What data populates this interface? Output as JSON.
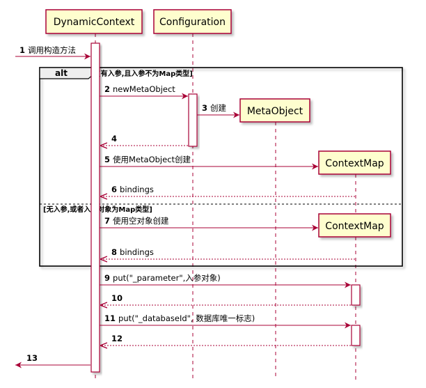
{
  "colors": {
    "arrow": "#A80036",
    "box_fill": "#FEFECE",
    "box_stroke": "#A80036",
    "activation_fill": "#FFFFFF"
  },
  "participants": {
    "dynamic_context": "DynamicContext",
    "configuration": "Configuration",
    "meta_object": "MetaObject",
    "context_map_1": "ContextMap",
    "context_map_2": "ContextMap"
  },
  "alt_frame": {
    "label": "alt",
    "guard_1": "[有入参,且入参不为Map类型]",
    "guard_2": "[无入参,或者入参对象为Map类型]"
  },
  "messages": [
    {
      "num": "1",
      "text": "调用构造方法"
    },
    {
      "num": "2",
      "text": "newMetaObject"
    },
    {
      "num": "3",
      "text": "创建"
    },
    {
      "num": "4",
      "text": ""
    },
    {
      "num": "5",
      "text": "使用MetaObject创建"
    },
    {
      "num": "6",
      "text": "bindings"
    },
    {
      "num": "7",
      "text": "使用空对象创建"
    },
    {
      "num": "8",
      "text": "bindings"
    },
    {
      "num": "9",
      "text": "put(\"_parameter\",入参对象)"
    },
    {
      "num": "10",
      "text": ""
    },
    {
      "num": "11",
      "text": "put(\"_databaseId\", 数据库唯一标志)"
    },
    {
      "num": "12",
      "text": ""
    },
    {
      "num": "13",
      "text": ""
    }
  ]
}
